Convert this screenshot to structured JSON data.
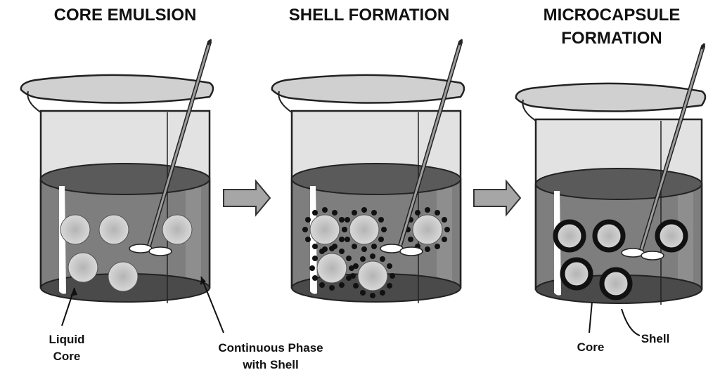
{
  "stages": [
    {
      "title": "CORE EMULSION",
      "state": "emulsion"
    },
    {
      "title": "SHELL FORMATION",
      "state": "shell-forming"
    },
    {
      "title_line1": "MICROCAPSULE",
      "title_line2": "FORMATION",
      "state": "encapsulated"
    }
  ],
  "labels": {
    "liquid_core_line1": "Liquid",
    "liquid_core_line2": "Core",
    "continuous_phase_line1": "Continuous Phase",
    "continuous_phase_line2": "with Shell",
    "core": "Core",
    "shell": "Shell"
  },
  "colors": {
    "background": "#ffffff",
    "liquid": "#7e7e7e",
    "liquid_surface": "#5a5a5a",
    "beaker_bottom": "#4a4a4a",
    "glass": "#d9d9d9",
    "droplet_center": "#bdbdbd",
    "droplet_edge": "#d7d7d7",
    "shell_particle": "#111111",
    "arrow": "#a6a6a6"
  }
}
